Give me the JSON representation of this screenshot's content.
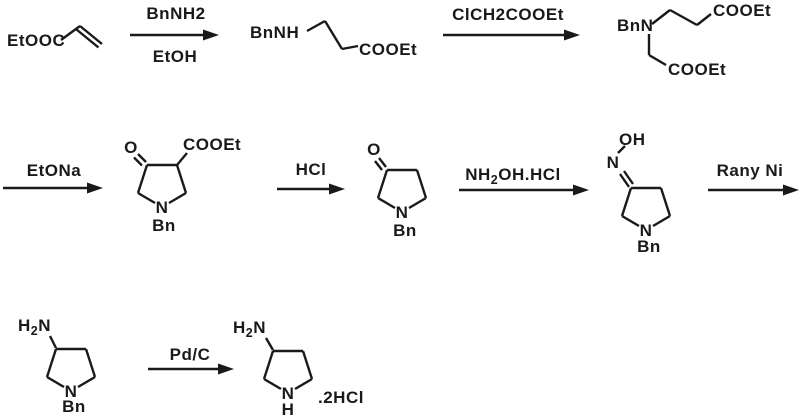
{
  "colors": {
    "ink": "#1a1a1a",
    "paper": "#ffffff"
  },
  "row1": {
    "mol1_ester": "EtOOC",
    "arrow1_above": "BnNH2",
    "arrow1_below": "EtOH",
    "mol2_amine": "BnNH",
    "mol2_ester": "COOEt",
    "arrow2_above": "ClCH2COOEt",
    "mol3_amine": "BnN",
    "mol3_ester_top": "COOEt",
    "mol3_ester_bottom": "COOEt"
  },
  "row2": {
    "arrow3_above": "EtONa",
    "mol4_ketone_o": "O",
    "mol4_ester": "COOEt",
    "mol4_ring_n": "N",
    "mol4_n_substituent": "Bn",
    "arrow4_above": "HCl",
    "mol5_ketone_o": "O",
    "mol5_ring_n": "N",
    "mol5_n_substituent": "Bn",
    "arrow5_above_p1": "NH",
    "arrow5_above_sub": "2",
    "arrow5_above_p2": "OH.HCl",
    "mol6_hydroxyl": "OH",
    "mol6_oxime_n": "N",
    "mol6_ring_n": "N",
    "mol6_n_substituent": "Bn",
    "arrow6_above": "Rany Ni"
  },
  "row3": {
    "mol7_amine_p1": "H",
    "mol7_amine_sub": "2",
    "mol7_amine_p2": "N",
    "mol7_ring_n": "N",
    "mol7_n_substituent": "Bn",
    "arrow7_above": "Pd/C",
    "mol8_amine_p1": "H",
    "mol8_amine_sub": "2",
    "mol8_amine_p2": "N",
    "mol8_ring_n": "N",
    "mol8_n_substituent": "H",
    "mol8_salt": ".2HCl"
  }
}
